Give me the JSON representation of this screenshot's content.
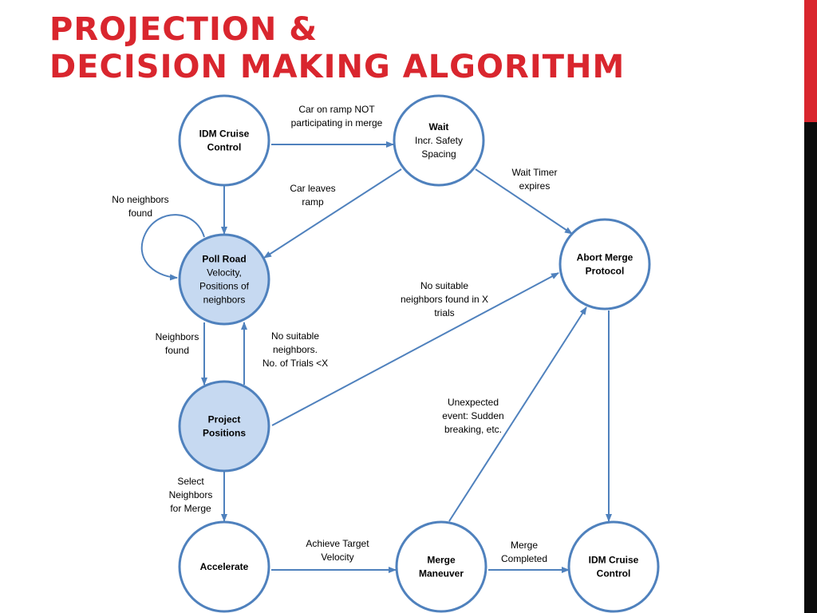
{
  "title": {
    "line1": "PROJECTION &",
    "line2": "DECISION MAKING ALGORITHM"
  },
  "colors": {
    "title": "#d9262e",
    "accent_bar": "#d9262e",
    "side_bar": "#0b0b0b",
    "node_stroke": "#4f81bd",
    "node_fill_highlight": "#c6d9f1",
    "edge": "#4f81bd"
  },
  "nodes": {
    "idm_top": {
      "title": "IDM Cruise",
      "sub": [
        "Control"
      ],
      "bold_all": true
    },
    "wait": {
      "title": "Wait",
      "sub": [
        "Incr. Safety",
        "Spacing"
      ],
      "bold_all": false
    },
    "poll": {
      "title": "Poll Road",
      "sub": [
        "Velocity,",
        "Positions of",
        "neighbors"
      ],
      "bold_all": false
    },
    "abort": {
      "title": "Abort Merge",
      "sub": [
        "Protocol"
      ],
      "bold_all": true
    },
    "project": {
      "title": "Project",
      "sub": [
        "Positions"
      ],
      "bold_all": true
    },
    "accelerate": {
      "title": "Accelerate",
      "sub": [],
      "bold_all": true
    },
    "merge": {
      "title": "Merge",
      "sub": [
        "Maneuver"
      ],
      "bold_all": true
    },
    "idm_bottom": {
      "title": "IDM Cruise",
      "sub": [
        "Control"
      ],
      "bold_all": true
    }
  },
  "edges": {
    "ramp_not_participating": [
      "Car on ramp NOT",
      "participating in merge"
    ],
    "car_leaves_ramp": [
      "Car leaves",
      "ramp"
    ],
    "wait_timer_expires": [
      "Wait Timer",
      "expires"
    ],
    "no_neighbors_found": [
      "No neighbors",
      "found"
    ],
    "neighbors_found": [
      "Neighbors",
      "found"
    ],
    "no_suitable_trials_lt": [
      "No suitable",
      "neighbors.",
      "No. of Trials <X"
    ],
    "no_suitable_x_trials": [
      "No suitable",
      "neighbors found in X",
      "trials"
    ],
    "unexpected_event": [
      "Unexpected",
      "event: Sudden",
      "breaking, etc."
    ],
    "select_neighbors": [
      "Select",
      "Neighbors",
      "for Merge"
    ],
    "achieve_target_velocity": [
      "Achieve Target",
      "Velocity"
    ],
    "merge_completed": [
      "Merge",
      "Completed"
    ]
  }
}
